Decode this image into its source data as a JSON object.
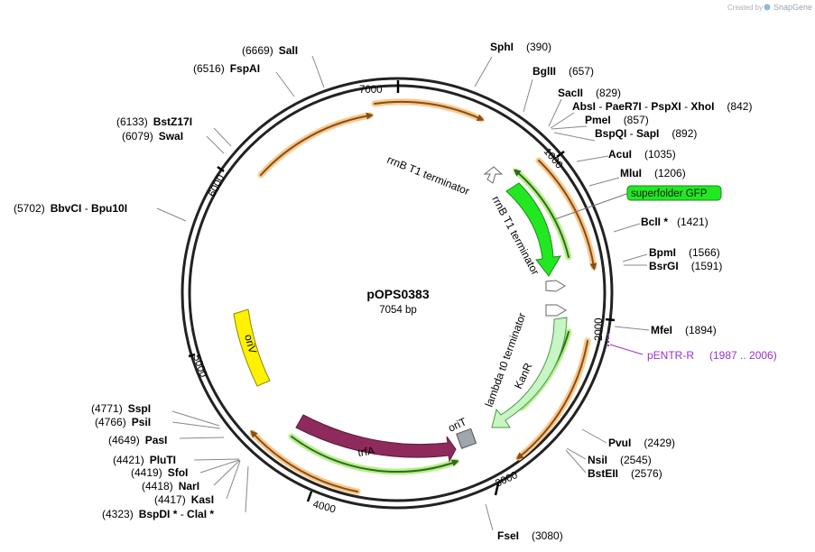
{
  "watermark": {
    "created_by": "Created by",
    "brand": "SnapGene"
  },
  "plasmid": {
    "name": "pOPS0383",
    "size": "7054 bp"
  },
  "ticks": [
    "1000",
    "2000",
    "3000",
    "4000",
    "5000",
    "6000",
    "7000"
  ],
  "features": {
    "rrnb1": "rrnB T1 terminator",
    "rrnb2": "rrnB T1 terminator",
    "lambda": "lambda t0 terminator",
    "kanr": "KanR",
    "orit": "oriT",
    "trfa": "trfA",
    "oriv": "oriV",
    "gfp": "superfolder GFP"
  },
  "primer": {
    "name": "pENTR-R",
    "range": "(1987 .. 2006)"
  },
  "sites": [
    {
      "pos": "(6669)",
      "name": "SalI"
    },
    {
      "pos": "(6516)",
      "name": "FspAI"
    },
    {
      "pos": "(6133)",
      "name": "BstZ17I"
    },
    {
      "pos": "(6079)",
      "name": "SwaI"
    },
    {
      "pos": "(5702)",
      "name": "BbvCI",
      "sep": " - ",
      "name2": "Bpu10I"
    },
    {
      "pos": "(4771)",
      "name": "SspI"
    },
    {
      "pos": "(4766)",
      "name": "PsiI"
    },
    {
      "pos": "(4649)",
      "name": "PasI"
    },
    {
      "pos": "(4421)",
      "name": "PluTI"
    },
    {
      "pos": "(4419)",
      "name": "SfoI"
    },
    {
      "pos": "(4418)",
      "name": "NarI"
    },
    {
      "pos": "(4417)",
      "name": "KasI"
    },
    {
      "pos": "(4323)",
      "name": "BspDI *",
      "sep": " - ",
      "name2": "ClaI *"
    },
    {
      "name": "SphI",
      "pos": "(390)"
    },
    {
      "name": "BglII",
      "pos": "(657)"
    },
    {
      "name": "SacII",
      "pos": "(829)"
    },
    {
      "name": "AbsI",
      "sep": " - ",
      "name2": "PaeR7I",
      "sep2": " - ",
      "name3": "PspXI",
      "sep3": " - ",
      "name4": "XhoI",
      "pos": "(842)"
    },
    {
      "name": "PmeI",
      "pos": "(857)"
    },
    {
      "name": "BspQI",
      "sep": " - ",
      "name2": "SapI",
      "pos": "(892)"
    },
    {
      "name": "AcuI",
      "pos": "(1035)"
    },
    {
      "name": "MluI",
      "pos": "(1206)"
    },
    {
      "name": "BclI *",
      "pos": "(1421)"
    },
    {
      "name": "BpmI",
      "pos": "(1566)"
    },
    {
      "name": "BsrGI",
      "pos": "(1591)"
    },
    {
      "name": "MfeI",
      "pos": "(1894)"
    },
    {
      "name": "PvuI",
      "pos": "(2429)"
    },
    {
      "name": "NsiI",
      "pos": "(2545)"
    },
    {
      "name": "BstEII",
      "pos": "(2576)"
    },
    {
      "name": "FseI",
      "pos": "(3080)"
    }
  ]
}
